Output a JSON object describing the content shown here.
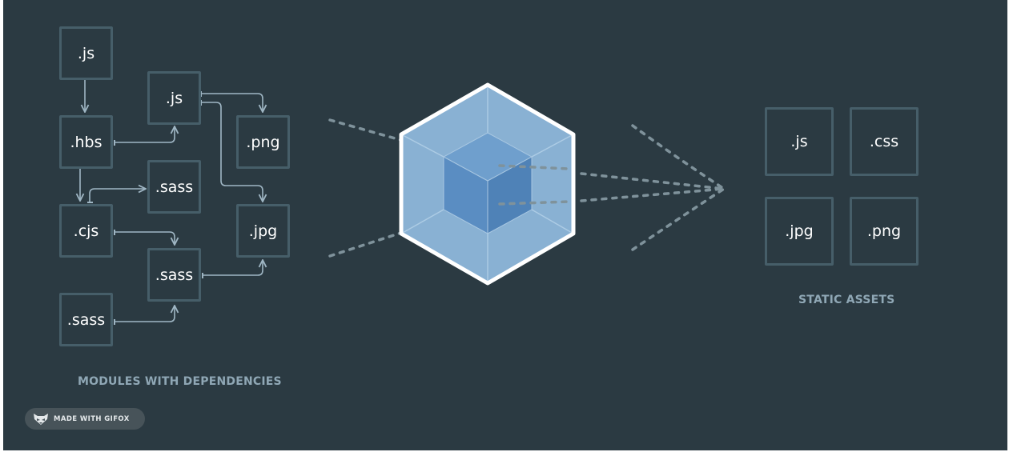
{
  "modules": {
    "caption": "MODULES WITH DEPENDENCIES",
    "js_top": ".js",
    "js_mid": ".js",
    "hbs": ".hbs",
    "png": ".png",
    "sass_mid": ".sass",
    "cjs": ".cjs",
    "jpg": ".jpg",
    "sass_low": ".sass",
    "sass_bottom": ".sass"
  },
  "assets": {
    "caption": "STATIC ASSETS",
    "js": ".js",
    "css": ".css",
    "jpg": ".jpg",
    "png": ".png"
  },
  "badge": {
    "label": "MADE WITH GIFOX",
    "icon": "fox-icon"
  },
  "colors": {
    "background": "#2b3a42",
    "box_border": "#465e69",
    "caption": "#8fa7b5",
    "cube_outer": "#8ab4d4",
    "cube_inner": "#5c90c3"
  }
}
